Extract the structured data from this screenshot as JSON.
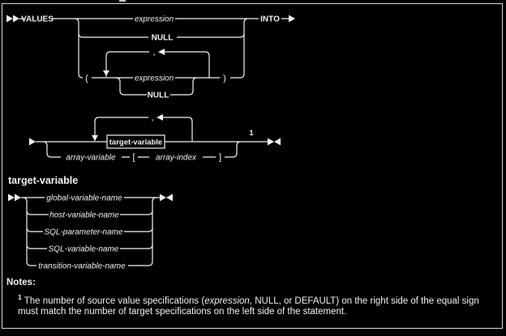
{
  "colors": {
    "background": "#000000",
    "ink": "#f2f2f2",
    "frame_border": "#d9d9d9"
  },
  "icons": {
    "start_of_statement": "▶▶",
    "end_of_statement": "▶◀",
    "continuation_start": "▶",
    "flow_arrow": "▶",
    "repeat_left_arrow": "◀",
    "repeat_down_arrow": "▼"
  },
  "syntax_diagram": {
    "main": {
      "values_keyword": "VALUES",
      "expression_label": "expression",
      "null_label": "NULL",
      "open_paren": "(",
      "repeat_separator": ",",
      "inner_expression_label": "expression",
      "inner_null_label": "NULL",
      "close_paren": ")",
      "into_keyword": "INTO"
    },
    "targets": {
      "repeat_separator": ",",
      "target_variable_ref": "target-variable",
      "array_variable_label": "array-variable",
      "open_bracket": "[",
      "array_index_label": "array-index",
      "close_bracket": "]",
      "footnote_marker": "1"
    },
    "fragment": {
      "heading": "target-variable",
      "options": [
        "global-variable-name",
        "host-variable-name",
        "SQL-parameter-name",
        "SQL-variable-name",
        "transition-variable-name"
      ]
    }
  },
  "notes": {
    "heading": "Notes:",
    "items": [
      {
        "marker": "1",
        "before_italic": "The number of source value specifications (",
        "italic_term": "expression",
        "after_italic": ", NULL, or DEFAULT) on the right side of the equal sign must match the number of target specifications on the left side of the statement."
      }
    ]
  }
}
